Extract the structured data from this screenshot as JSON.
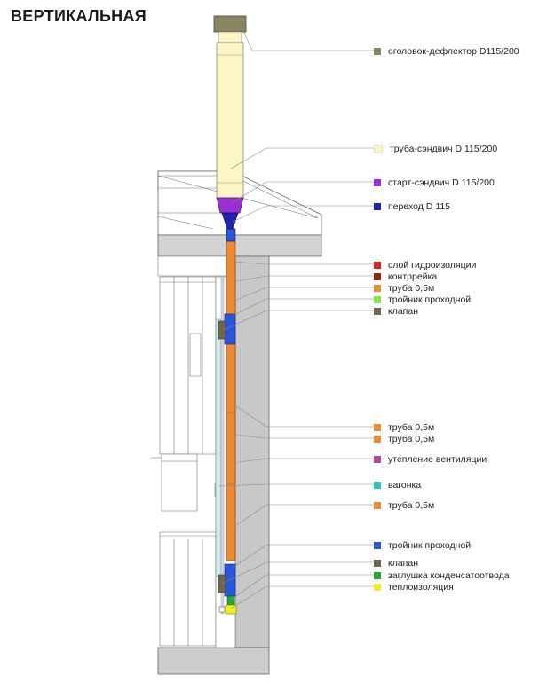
{
  "title": "ВЕРТИКАЛЬНАЯ",
  "legend": [
    {
      "label": "оголовок-дефлектор D115/200",
      "color": "#8a8660"
    },
    {
      "label": "труба-сэндвич D 115/200",
      "color": "#fcf6c4"
    },
    {
      "label": "старт-сэндвич D 115/200",
      "color": "#9b2fd6"
    },
    {
      "label": "переход D 115",
      "color": "#2323b0"
    },
    {
      "label": "слой гидроизоляции",
      "color": "#e02020"
    },
    {
      "label": "контррейка",
      "color": "#8a2a10"
    },
    {
      "label": "труба 0,5м",
      "color": "#ef8a34"
    },
    {
      "label": "тройник проходной",
      "color": "#8ee04a"
    },
    {
      "label": "клапан",
      "color": "#6e6650"
    },
    {
      "label": "труба 0,5м",
      "color": "#ef8a34"
    },
    {
      "label": "труба 0,5м",
      "color": "#ef8a34"
    },
    {
      "label": "утепление вентиляции",
      "color": "#b04aa8"
    },
    {
      "label": "вагонка",
      "color": "#2ec2c8"
    },
    {
      "label": "труба 0,5м",
      "color": "#ef8a34"
    },
    {
      "label": "тройник проходной",
      "color": "#2a56d8"
    },
    {
      "label": "клапан",
      "color": "#6e6650"
    },
    {
      "label": "заглушка конденсатоотвода",
      "color": "#22a832"
    },
    {
      "label": "теплоизоляция",
      "color": "#f0ec2a"
    }
  ]
}
